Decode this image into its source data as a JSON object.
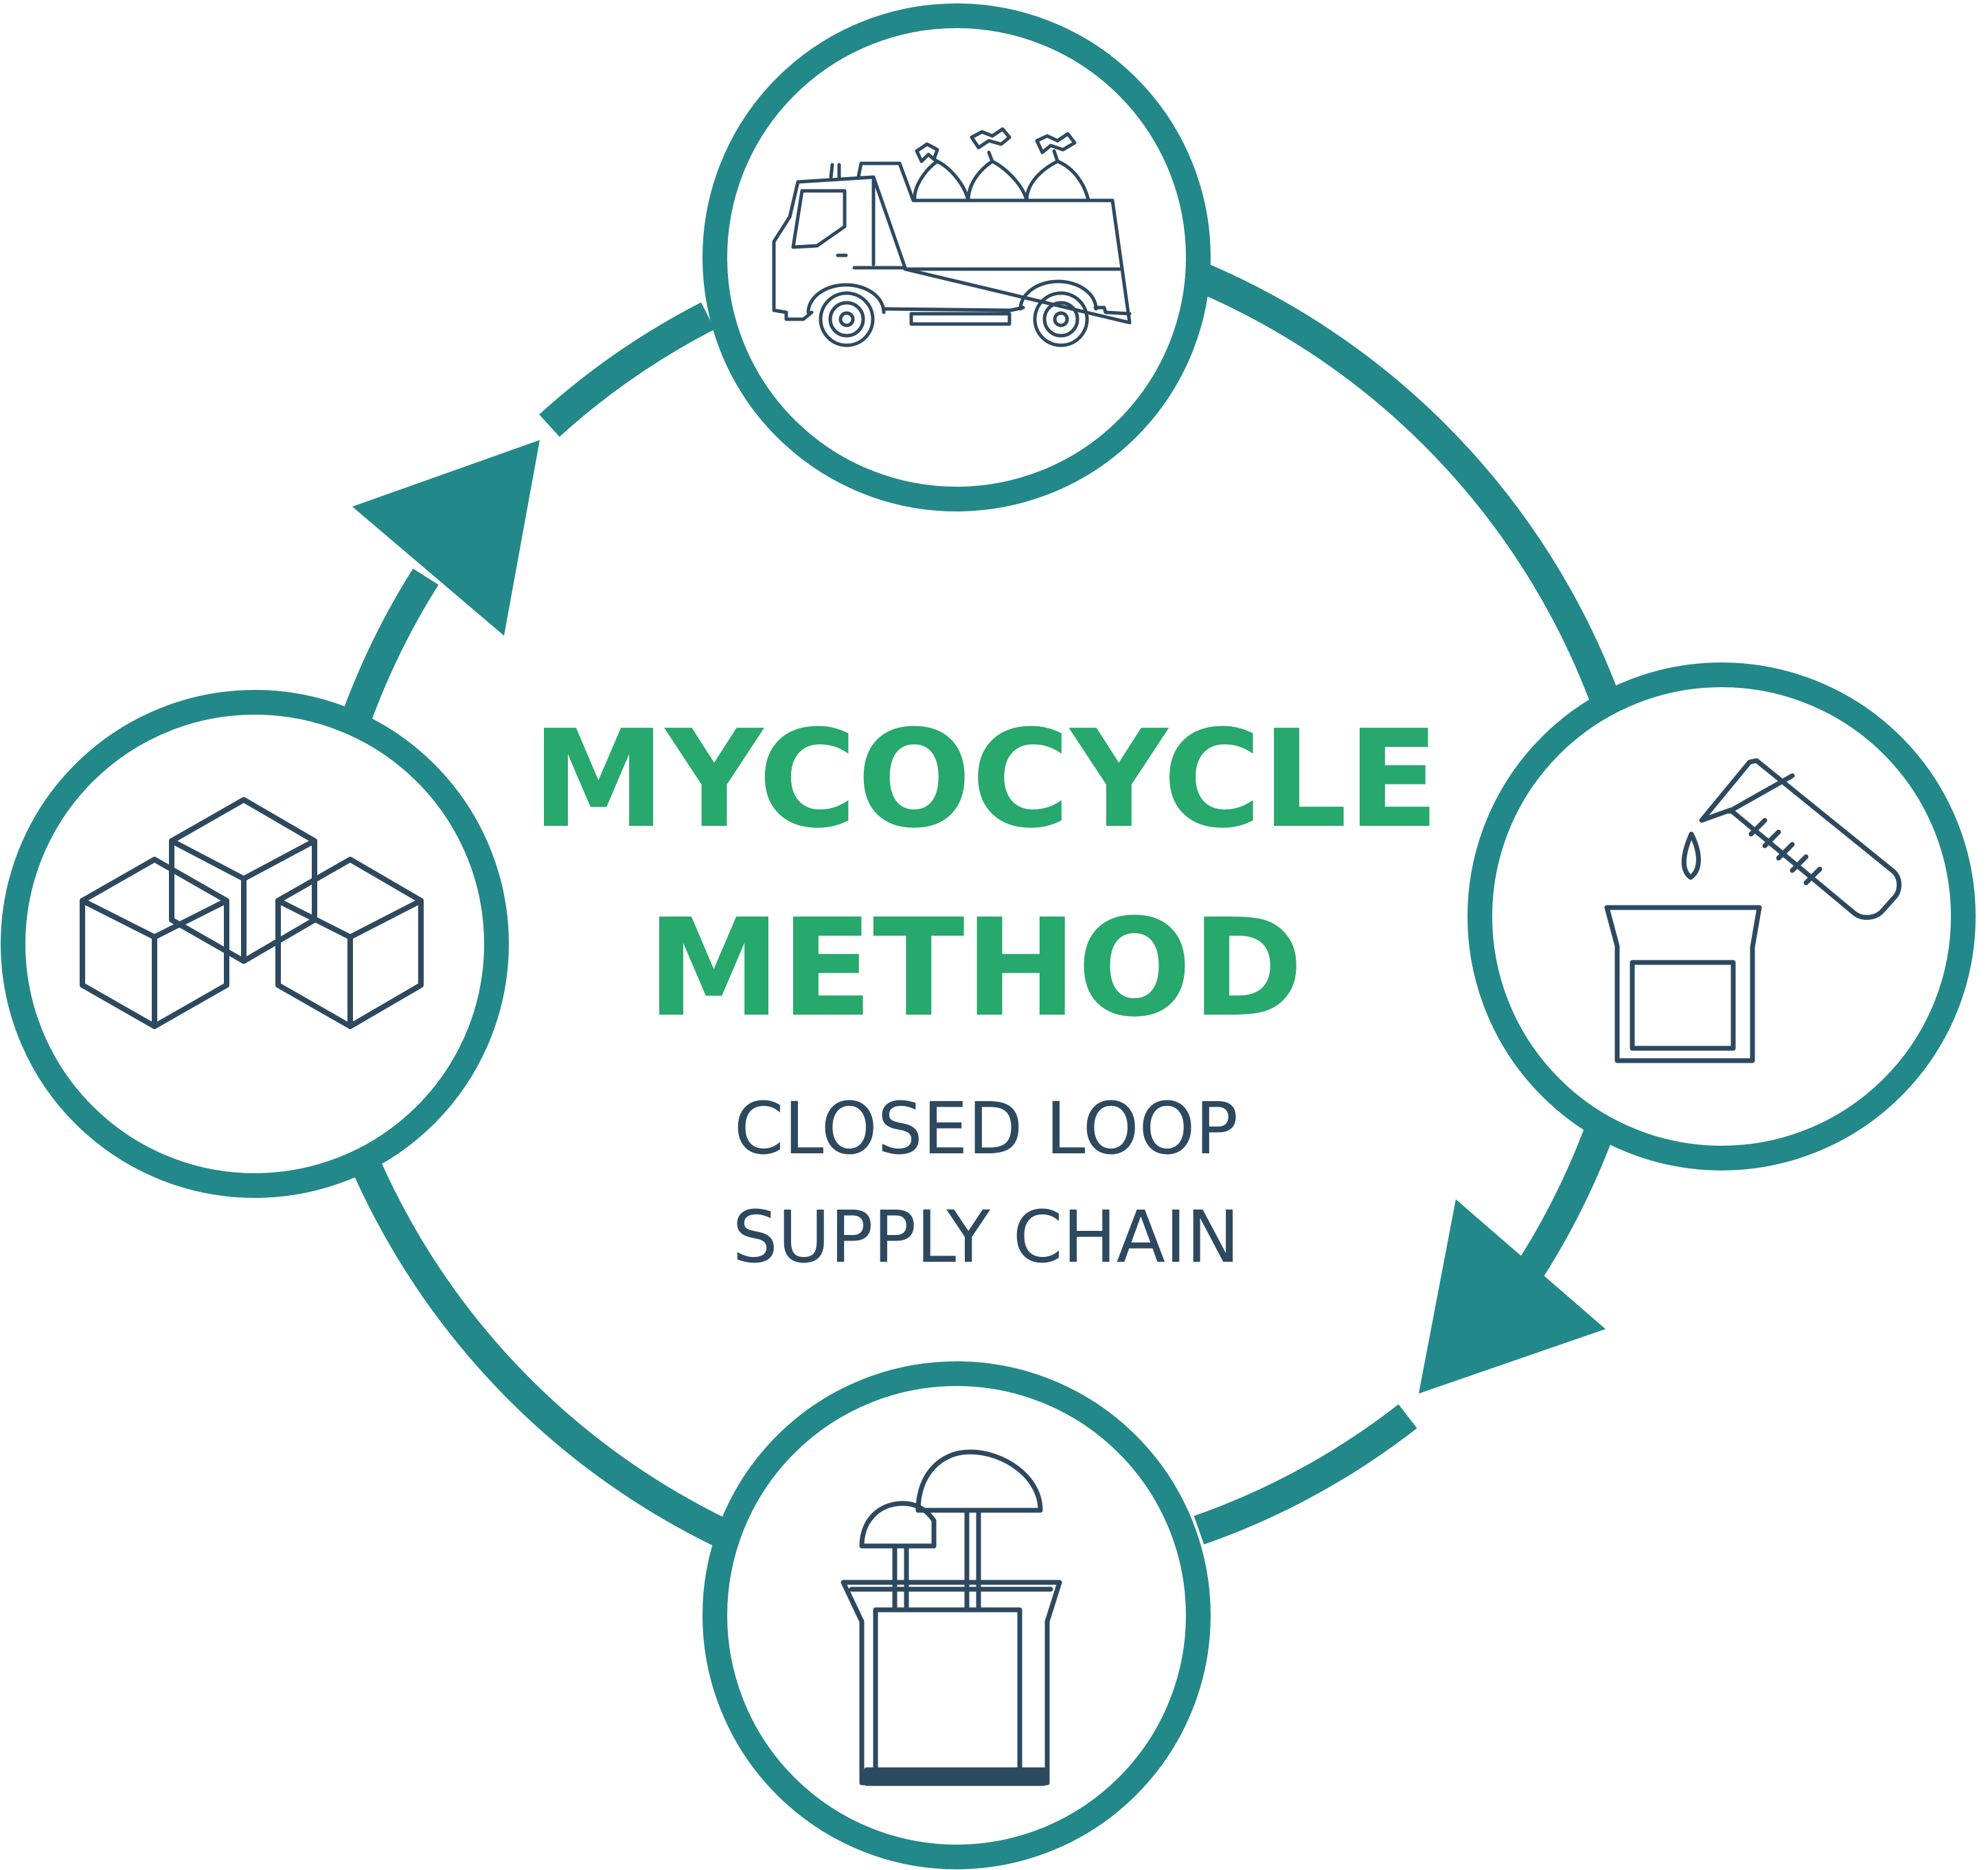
{
  "title": {
    "line1": "MYCOCYCLE",
    "line2": "METHOD"
  },
  "subtitle": {
    "line1": "CLOSED LOOP",
    "line2": "SUPPLY CHAIN"
  },
  "colors": {
    "ring": "#23888a",
    "title": "#27a86c",
    "icon": "#2d4960",
    "background": "#ffffff"
  },
  "nodes": [
    {
      "icon": "truck-icon"
    },
    {
      "icon": "liquid-pour-icon"
    },
    {
      "icon": "mushroom-grow-bag-icon"
    },
    {
      "icon": "cubes-icon"
    }
  ]
}
